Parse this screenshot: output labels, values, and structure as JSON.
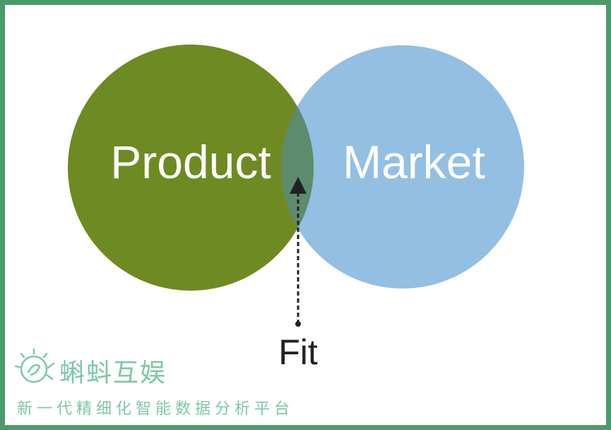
{
  "diagram": {
    "left_circle_label": "Product",
    "right_circle_label": "Market",
    "overlap_label": "Fit"
  },
  "colors": {
    "frame_border": "#4c9a6c",
    "product_circle": "#6e8a22",
    "market_circle": "#93bfe3",
    "overlap": "#5e8b6e",
    "watermark": "#7ac9a6"
  },
  "watermark": {
    "brand": "蝌蚪互娱",
    "tagline": "新一代精细化智能数据分析平台"
  }
}
